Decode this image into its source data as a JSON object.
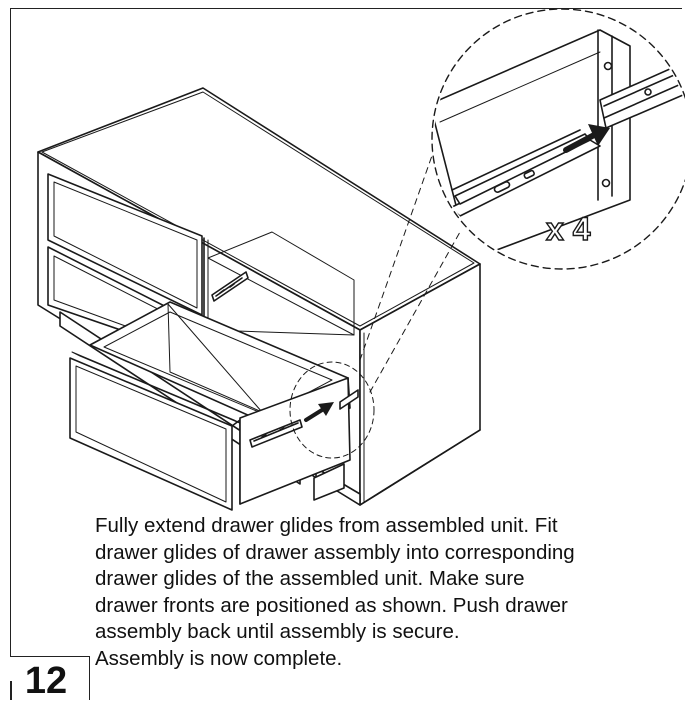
{
  "step": {
    "number": "12"
  },
  "callout": {
    "quantity": "x 4"
  },
  "instructions": {
    "lines": [
      "Fully extend drawer glides from assembled unit.  Fit",
      "drawer glides of drawer assembly into corresponding",
      "drawer glides of the assembled unit.  Make sure",
      "drawer fronts are positioned as shown.  Push drawer",
      "assembly back until assembly is secure.",
      "Assembly is now complete."
    ]
  },
  "icons": [
    "detail-callout-icon",
    "push-arrow-icon",
    "drawer-glide-icon"
  ]
}
